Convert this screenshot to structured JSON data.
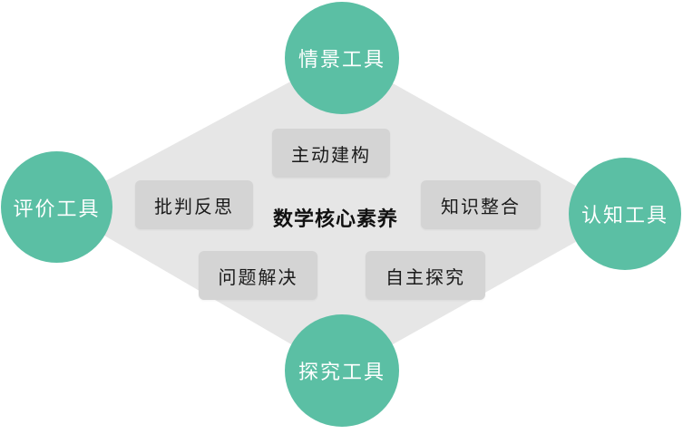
{
  "diagram": {
    "center": "数学核心素养",
    "tools": {
      "top": "情景工具",
      "left": "评价工具",
      "right": "认知工具",
      "bottom": "探究工具"
    },
    "competencies": [
      "主动建构",
      "批判反思",
      "知识整合",
      "问题解决",
      "自主探究"
    ]
  },
  "colors": {
    "tool_circle": "#5bbfa4",
    "diamond_fill": "#e6e6e6",
    "competency_box": "#d4d4d4",
    "tool_text": "#ffffff"
  }
}
